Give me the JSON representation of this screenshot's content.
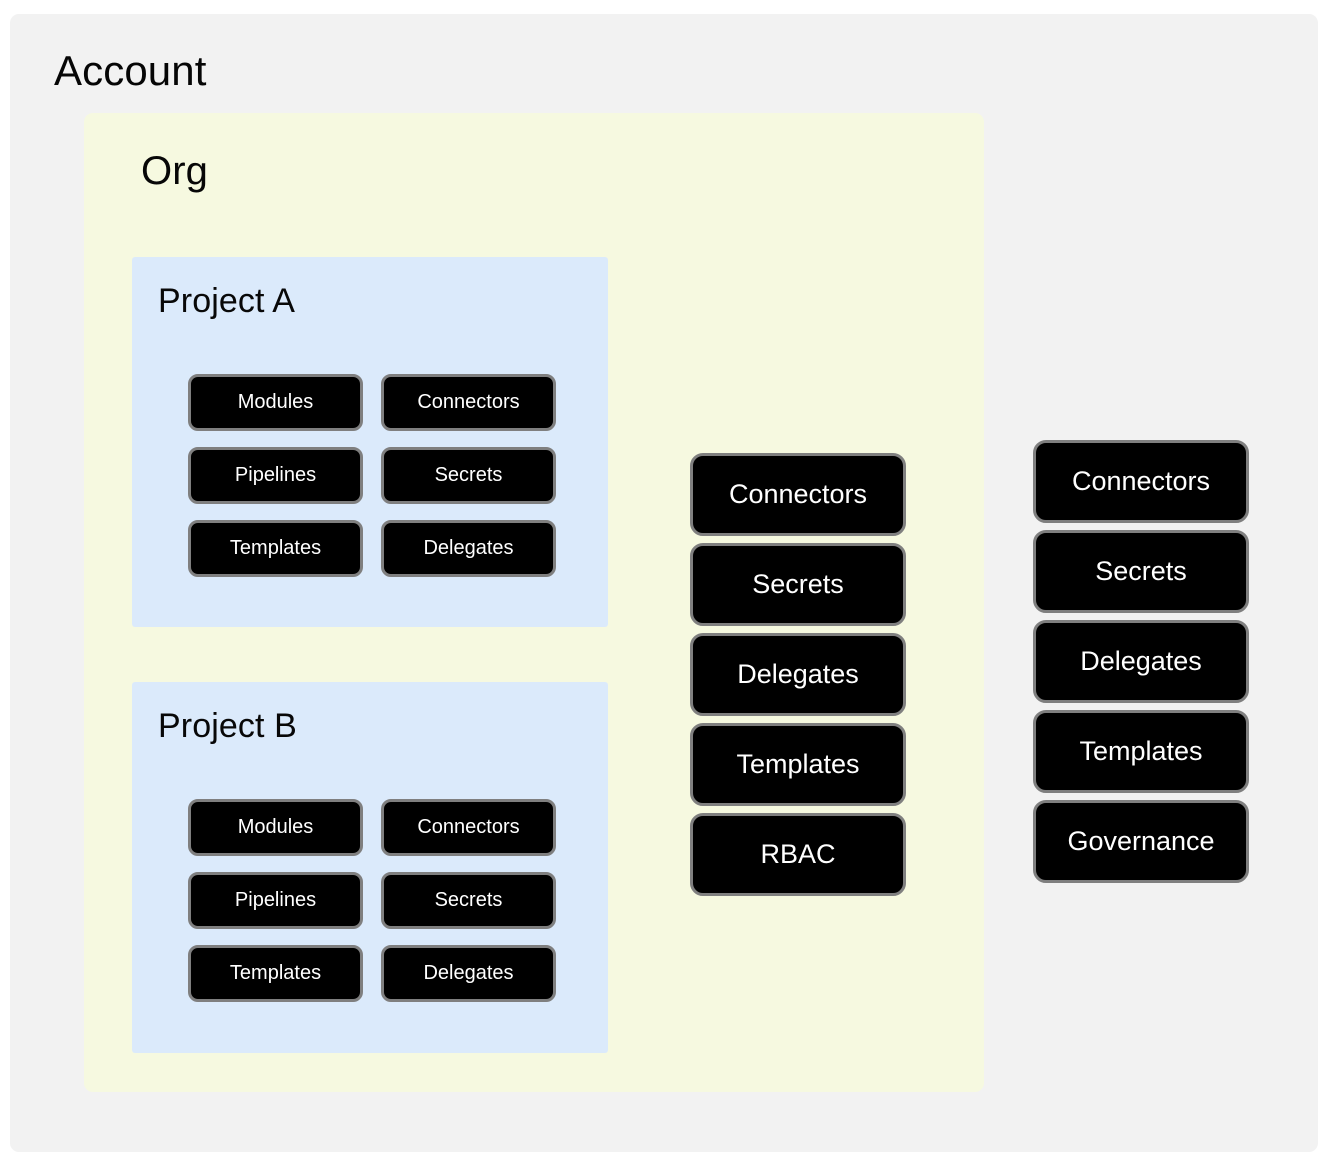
{
  "diagram": {
    "title": "Account",
    "colors": {
      "page_background": "#ffffff",
      "account_scope": "#f2f2f2",
      "org_scope": "#f6f9e0",
      "project_scope": "#dbeafb",
      "chip_fill": "#000000",
      "chip_border": "#7f7f7f",
      "chip_text": "#ffffff",
      "label_text": "#070707"
    }
  },
  "account": {
    "label": "Account",
    "resources": [
      {
        "label": "Connectors"
      },
      {
        "label": "Secrets"
      },
      {
        "label": "Delegates"
      },
      {
        "label": "Templates"
      },
      {
        "label": "Governance"
      }
    ]
  },
  "org": {
    "label": "Org",
    "resources": [
      {
        "label": "Connectors"
      },
      {
        "label": "Secrets"
      },
      {
        "label": "Delegates"
      },
      {
        "label": "Templates"
      },
      {
        "label": "RBAC"
      }
    ],
    "projects": [
      {
        "label": "Project A",
        "resources": [
          {
            "label": "Modules"
          },
          {
            "label": "Connectors"
          },
          {
            "label": "Pipelines"
          },
          {
            "label": "Secrets"
          },
          {
            "label": "Templates"
          },
          {
            "label": "Delegates"
          }
        ]
      },
      {
        "label": "Project B",
        "resources": [
          {
            "label": "Modules"
          },
          {
            "label": "Connectors"
          },
          {
            "label": "Pipelines"
          },
          {
            "label": "Secrets"
          },
          {
            "label": "Templates"
          },
          {
            "label": "Delegates"
          }
        ]
      }
    ]
  }
}
